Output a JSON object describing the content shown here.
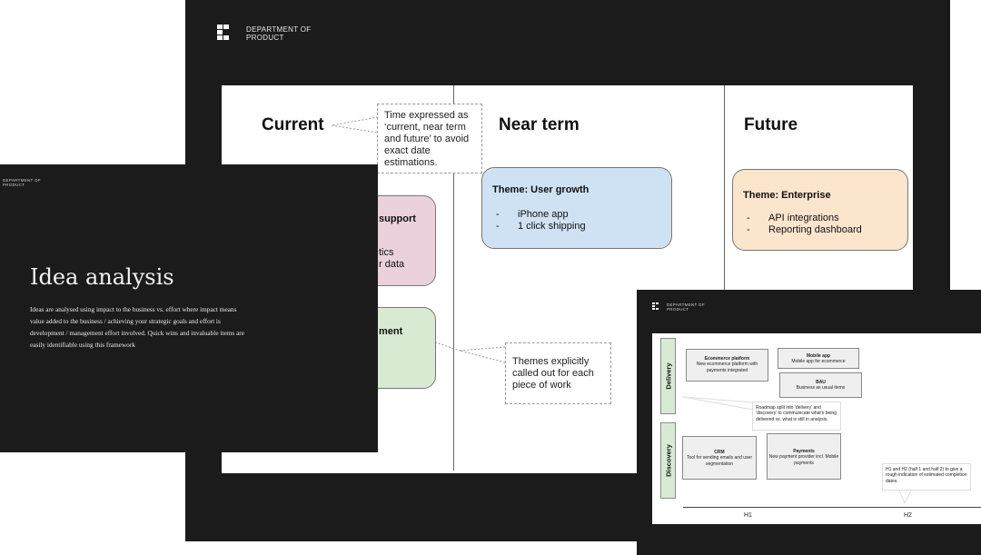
{
  "brand": {
    "line1": "DEPARTMENT OF",
    "line2": "PRODUCT"
  },
  "main_slide": {
    "columns": [
      {
        "title": "Current"
      },
      {
        "title": "Near term"
      },
      {
        "title": "Future"
      }
    ],
    "callout_time": "Time expressed as ‘current, near term and future’ to avoid exact date estimations.",
    "callout_themes": "Themes explicitly called out for each piece of work",
    "current_fragments": {
      "pink_title": "support",
      "pink_line1": "tics",
      "pink_line2": "r data",
      "green_title": "ment"
    },
    "near_term_theme": {
      "title": "Theme: User growth",
      "items": [
        "iPhone app",
        "1 click shipping"
      ]
    },
    "future_theme": {
      "title": "Theme: Enterprise",
      "items": [
        "API integrations",
        "Reporting dashboard"
      ]
    },
    "colors": {
      "pink": "#ead1dc",
      "green": "#d9ead3",
      "blue": "#cfe2f3",
      "orange": "#fce5cd"
    }
  },
  "left_slide": {
    "title": "Idea analysis",
    "body": "Ideas are analysed using impact to the business vs. effort where impact means value added to the business / achieving your strategic goals and effort is development / management effort involved. Quick wins and invaluable items are easily identifiable using this framework"
  },
  "right_slide": {
    "lanes": [
      "Delivery",
      "Discovery"
    ],
    "cards": {
      "ecommerce": {
        "title": "Ecommerce platform",
        "desc": "New ecommerce platform with payments integrated"
      },
      "mobile": {
        "title": "Mobile app",
        "desc": "Mobile app for ecommerce"
      },
      "bau": {
        "title": "BAU",
        "desc": "Business as usual items"
      },
      "crm": {
        "title": "CRM",
        "desc": "Tool for sending emails and user segmentation"
      },
      "payments": {
        "title": "Payments",
        "desc": "New payment provider incl. Mobile payments"
      }
    },
    "note_roadmap": "Roadmap split into ‘delivery’ and ‘discovery’ to communicate what’s being delivered vs. what is still in analysis.",
    "note_h": "H1 and H2 (half 1 and half 2) to give a rough indication of estimated completion dates.",
    "x_labels": [
      "H1",
      "H2"
    ]
  }
}
